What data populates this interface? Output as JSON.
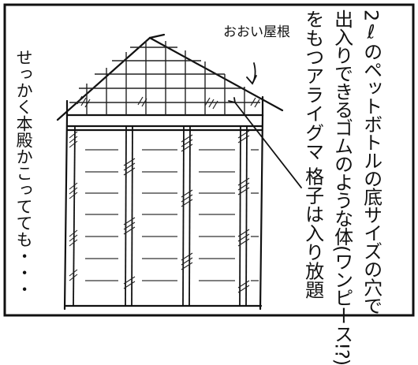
{
  "panel": {
    "label_roof": "おおい屋根",
    "annotation_left": "せっかく本殿かこってても・・・",
    "annotation_right_col1": "2ℓのペットボトルの底サイズの穴で",
    "annotation_right_col2": "出入りできるゴムのような体(ワンピース!?)",
    "annotation_right_col3": "をもつアライグマ 格子は入り放題"
  }
}
